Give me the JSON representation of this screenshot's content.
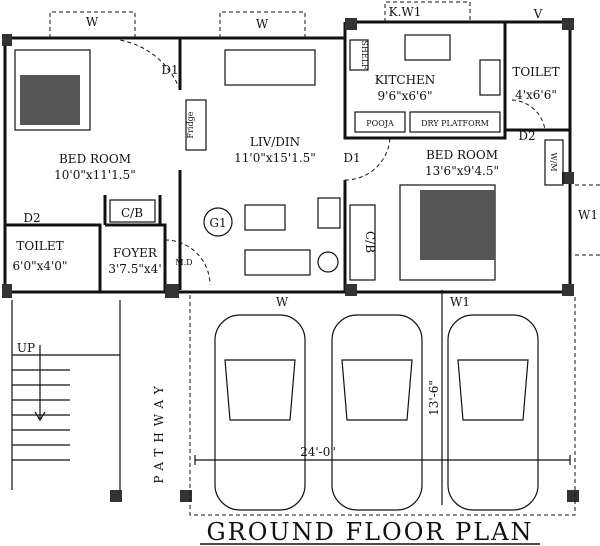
{
  "title": "GROUND FLOOR PLAN",
  "rooms": {
    "bedroom_left": {
      "name": "BED ROOM",
      "size": "10'0\"x11'1.5\""
    },
    "liv_din": {
      "name": "LIV/DIN",
      "size": "11'0\"x15'1.5\""
    },
    "kitchen": {
      "name": "KITCHEN",
      "size": "9'6\"x6'6\""
    },
    "toilet_right": {
      "name": "TOILET",
      "size": "4'x6'6\""
    },
    "bedroom_right": {
      "name": "BED ROOM",
      "size": "13'6\"x9'4.5\""
    },
    "toilet_left": {
      "name": "TOILET",
      "size": "6'0\"x4'0\""
    },
    "foyer": {
      "name": "FOYER",
      "size": "3'7.5\"x4'"
    }
  },
  "labels": {
    "pooja": "POOJA",
    "dry_platform": "DRY PLATFORM",
    "shelf": "SHELF",
    "fridge": "Fridge",
    "cb_left": "C/B",
    "cb_right": "C/B",
    "wm": "W/M",
    "g1": "G1",
    "md": "M.D",
    "d1_a": "D1",
    "d1_b": "D1",
    "d2_a": "D2",
    "d2_b": "D2",
    "w_top_left": "W",
    "w_top_mid": "W",
    "kw1": "K.W1",
    "v": "V",
    "w1_right": "W1",
    "w_bottom": "W",
    "w1_bottom": "W1",
    "up": "UP",
    "pathway": "PATHWAY",
    "dim_depth": "13'-6\"",
    "dim_width": "24'-0\""
  }
}
